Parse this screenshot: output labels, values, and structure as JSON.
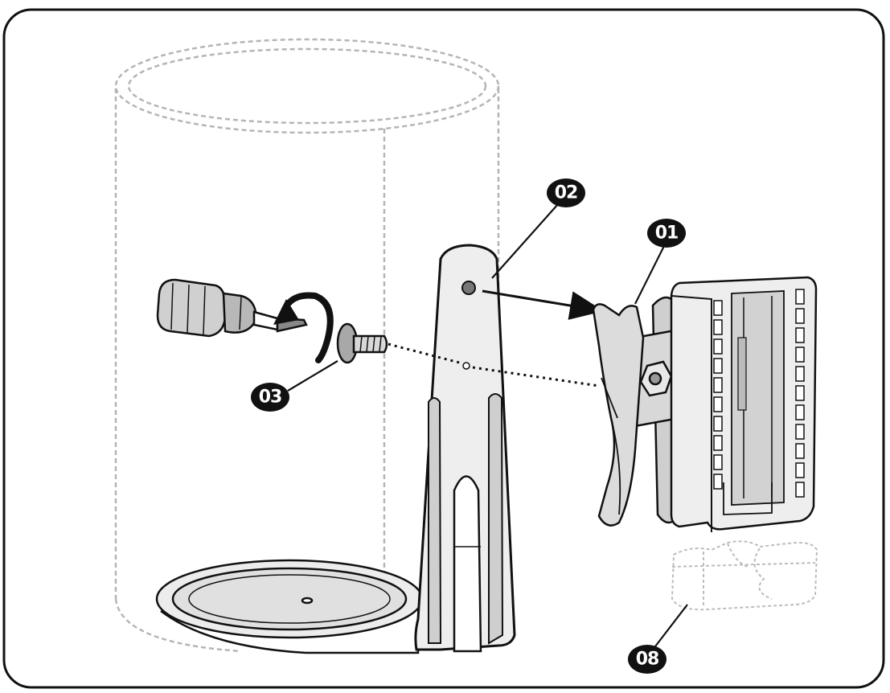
{
  "diagram": {
    "callouts": [
      {
        "id": "bracket-plate",
        "label": "02"
      },
      {
        "id": "clamp-mount",
        "label": "01"
      },
      {
        "id": "screw",
        "label": "03"
      },
      {
        "id": "ghost-mount",
        "label": "08"
      }
    ],
    "colors": {
      "outline": "#111111",
      "ghost": "#b5b5b5",
      "fill_light": "#ececec",
      "fill_mid": "#d4d4d4",
      "badge": "#111111"
    }
  }
}
